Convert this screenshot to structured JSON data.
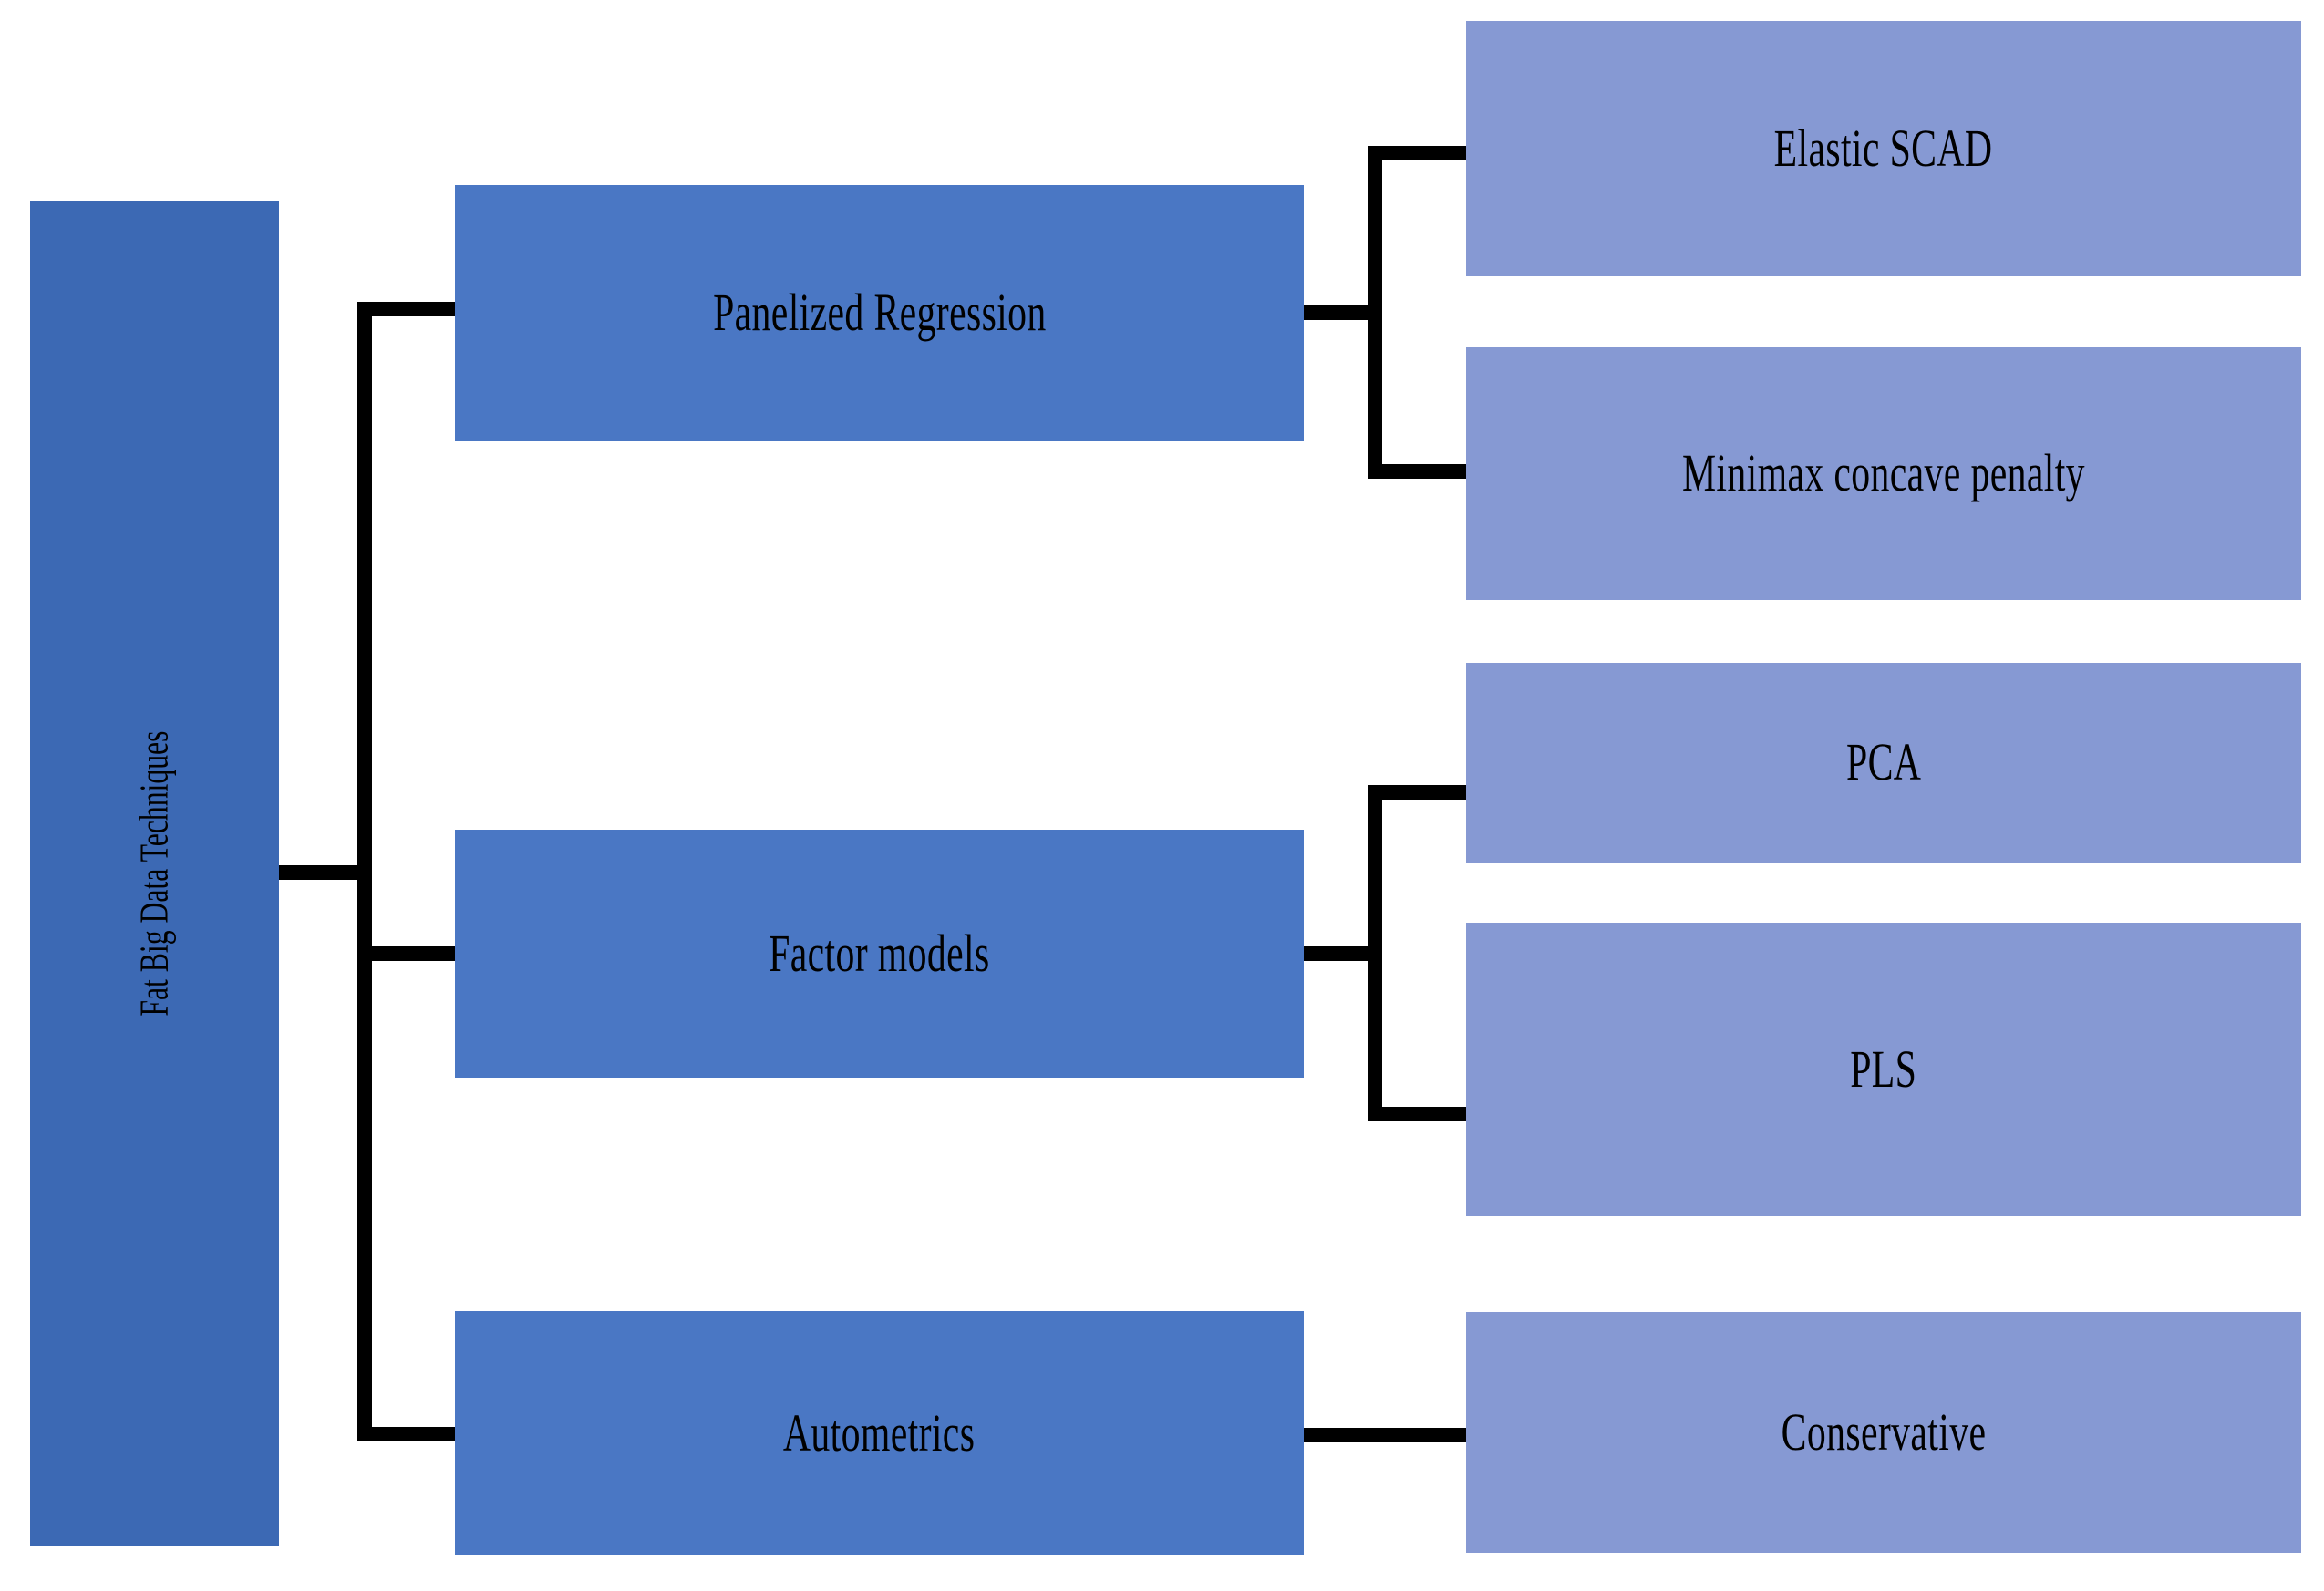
{
  "diagram": {
    "title": "Fat Big Data Techniques taxonomy",
    "colors": {
      "root_fill": "#3C69B4",
      "level2_fill": "#4A77C4",
      "level3_fill": "#8699D3",
      "connector": "#000000",
      "text": "#000000",
      "background": "#FFFFFF"
    },
    "root": {
      "label": "Fat Big Data Techniques",
      "orientation": "vertical-bottom-to-top"
    },
    "branches": [
      {
        "label": "Panelized Regression",
        "children": [
          {
            "label": "Elastic SCAD"
          },
          {
            "label": "Minimax concave penalty"
          }
        ]
      },
      {
        "label": "Factor models",
        "children": [
          {
            "label": "PCA"
          },
          {
            "label": "PLS"
          }
        ]
      },
      {
        "label": "Autometrics",
        "children": [
          {
            "label": "Conservative"
          }
        ]
      }
    ]
  }
}
